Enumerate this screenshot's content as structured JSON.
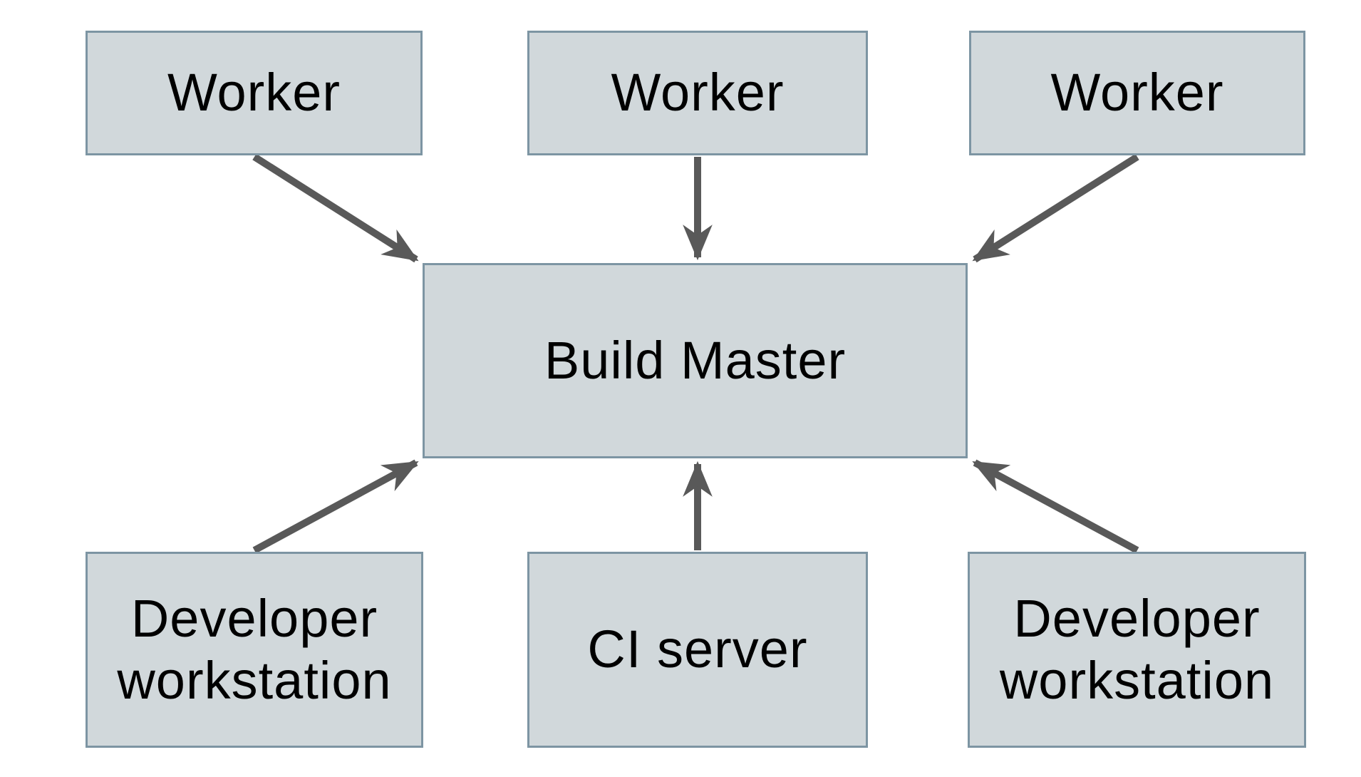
{
  "diagram": {
    "background_color": "#ffffff",
    "node_fill_color": "#d1d8db",
    "node_border_color": "#7d95a3",
    "arrow_color": "#595959",
    "text_color": "#000000",
    "nodes": [
      {
        "id": "worker-1",
        "label": "Worker"
      },
      {
        "id": "worker-2",
        "label": "Worker"
      },
      {
        "id": "worker-3",
        "label": "Worker"
      },
      {
        "id": "build-master",
        "label": "Build Master"
      },
      {
        "id": "developer-workstation-1",
        "label": "Developer workstation"
      },
      {
        "id": "ci-server",
        "label": "CI server"
      },
      {
        "id": "developer-workstation-2",
        "label": "Developer workstation"
      }
    ],
    "edges": [
      {
        "from": "worker-1",
        "to": "build-master"
      },
      {
        "from": "worker-2",
        "to": "build-master"
      },
      {
        "from": "worker-3",
        "to": "build-master"
      },
      {
        "from": "developer-workstation-1",
        "to": "build-master"
      },
      {
        "from": "ci-server",
        "to": "build-master"
      },
      {
        "from": "developer-workstation-2",
        "to": "build-master"
      }
    ]
  }
}
